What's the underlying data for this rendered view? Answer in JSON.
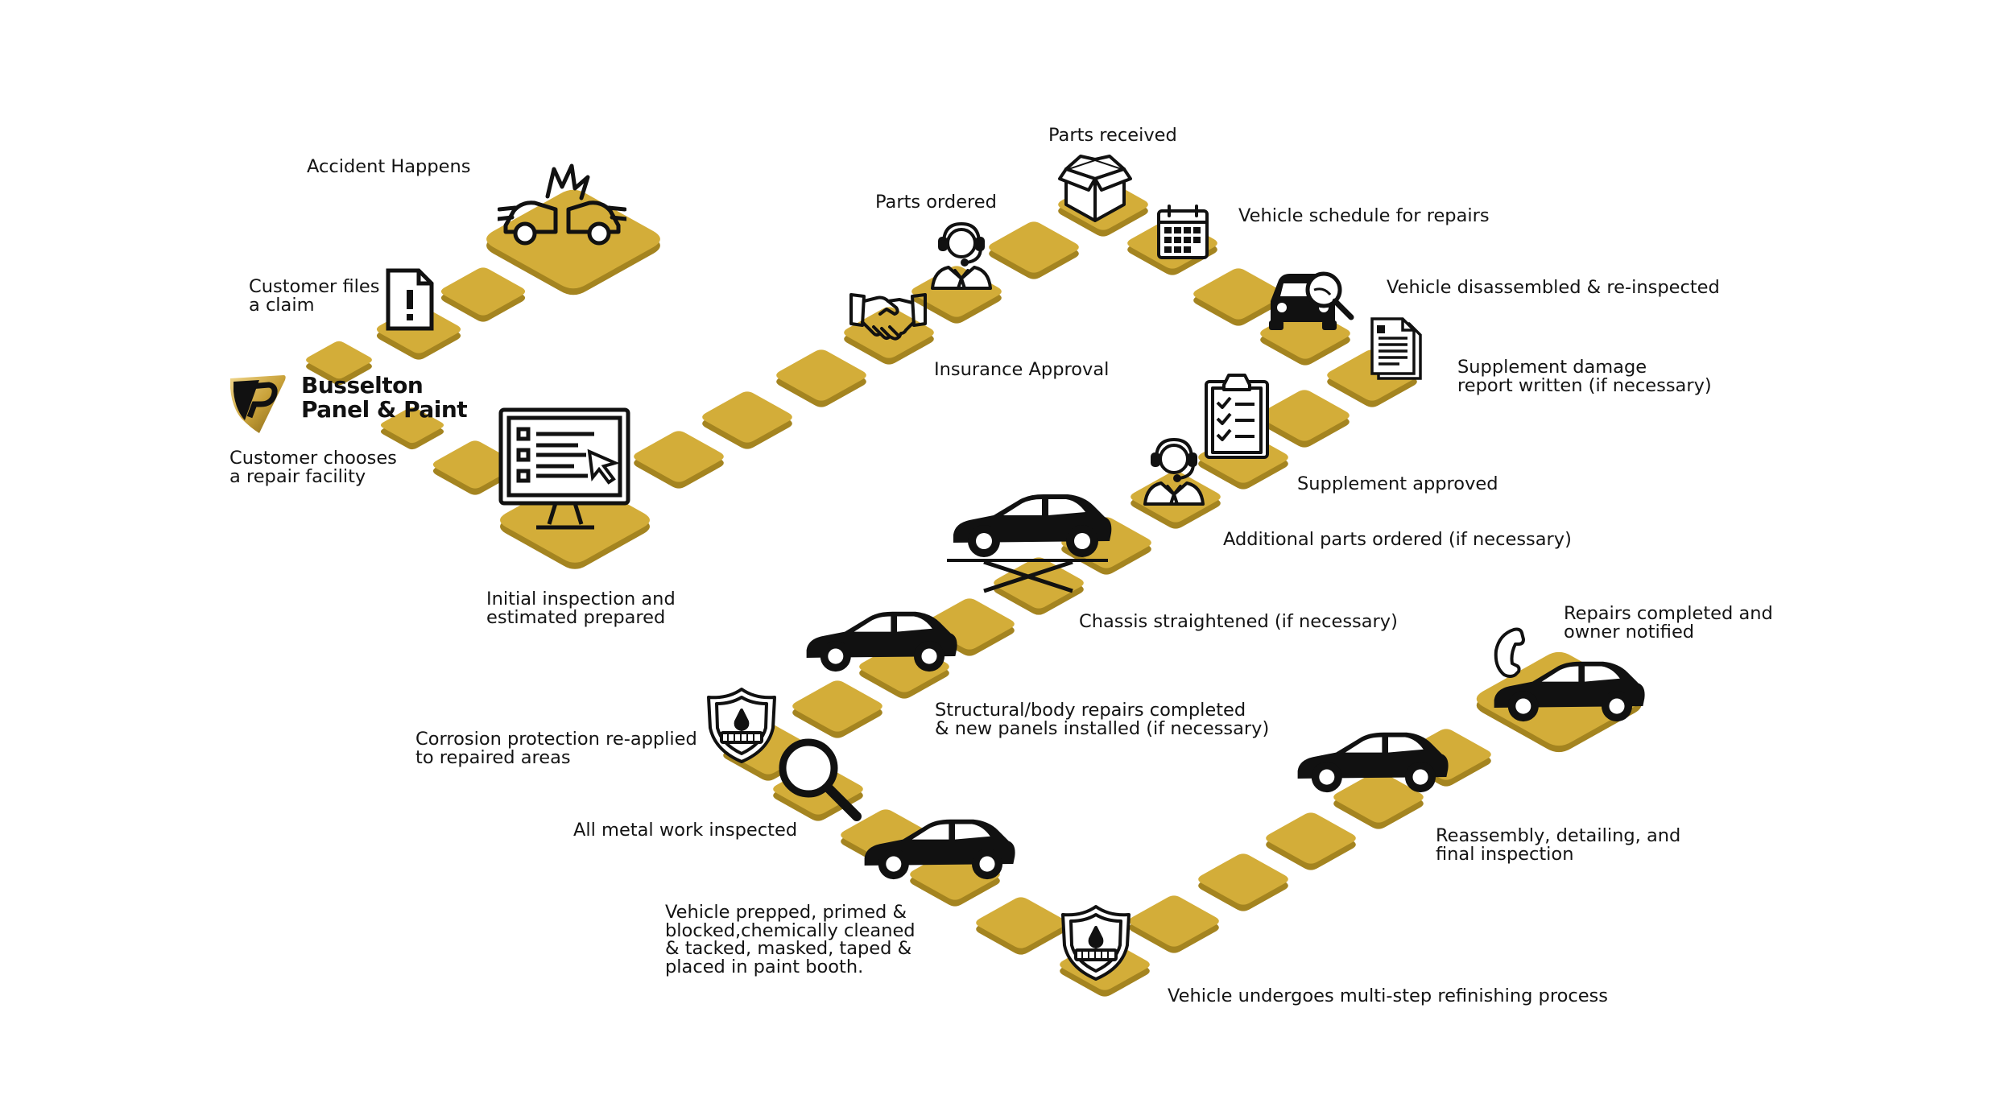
{
  "brand": {
    "line1": "Busselton",
    "line2": "Panel & Paint",
    "colors": {
      "gold": "#d3ad39",
      "gold_dark": "#a48420",
      "black": "#111111"
    }
  },
  "steps": [
    {
      "id": "accident",
      "label": "Accident Happens",
      "icon": "car-crash-icon"
    },
    {
      "id": "claim",
      "label": "Customer files\na claim",
      "icon": "claim-document-icon"
    },
    {
      "id": "facility",
      "label": "Customer chooses\na repair facility",
      "icon": "busselton-logo"
    },
    {
      "id": "estimate",
      "label": "Initial inspection and\nestimated prepared",
      "icon": "computer-monitor-icon"
    },
    {
      "id": "approval",
      "label": "Insurance Approval",
      "icon": "handshake-icon"
    },
    {
      "id": "ordered",
      "label": "Parts ordered",
      "icon": "support-agent-icon"
    },
    {
      "id": "received",
      "label": "Parts received",
      "icon": "open-box-icon"
    },
    {
      "id": "schedule",
      "label": "Vehicle schedule for repairs",
      "icon": "calendar-icon"
    },
    {
      "id": "disassembled",
      "label": "Vehicle disassembled & re-inspected",
      "icon": "car-inspect-icon"
    },
    {
      "id": "supplement_report",
      "label": "Supplement damage\nreport written (if necessary)",
      "icon": "report-document-icon"
    },
    {
      "id": "supplement_approved",
      "label": "Supplement approved",
      "icon": "clipboard-checklist-icon"
    },
    {
      "id": "additional_parts",
      "label": "Additional parts ordered (if necessary)",
      "icon": "support-agent-icon"
    },
    {
      "id": "chassis",
      "label": "Chassis straightened (if necessary)",
      "icon": "car-lift-icon"
    },
    {
      "id": "structural",
      "label": "Structural/body repairs completed\n& new panels installed (if necessary)",
      "icon": "car-icon"
    },
    {
      "id": "corrosion",
      "label": "Corrosion protection re-applied\nto repaired areas",
      "icon": "shield-icon"
    },
    {
      "id": "metalwork",
      "label": "All metal work inspected",
      "icon": "magnifier-icon"
    },
    {
      "id": "prepped",
      "label": "Vehicle prepped, primed &\nblocked,chemically cleaned\n& tacked, masked, taped &\nplaced in paint booth.",
      "icon": "car-icon"
    },
    {
      "id": "refinish",
      "label": "Vehicle undergoes multi-step refinishing process",
      "icon": "shield-icon"
    },
    {
      "id": "reassembly",
      "label": "Reassembly, detailing, and\nfinal inspection",
      "icon": "car-icon"
    },
    {
      "id": "completed",
      "label": "Repairs completed and\nowner notified",
      "icon": "phone-icon"
    }
  ]
}
